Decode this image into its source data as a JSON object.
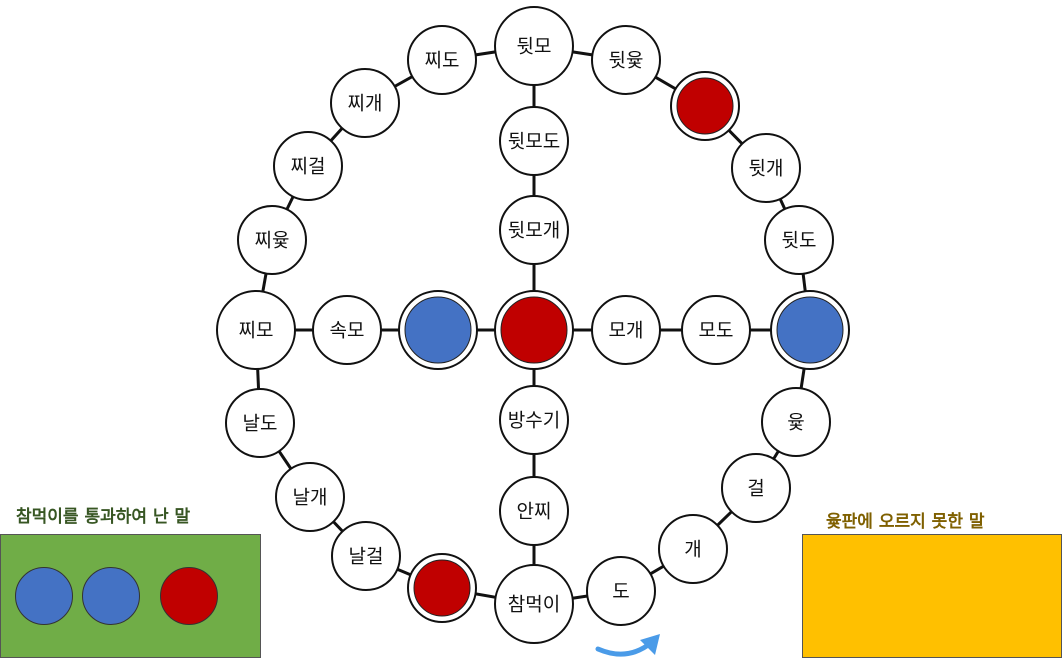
{
  "board": {
    "outer_nodes": [
      {
        "id": "dwit-mo",
        "label": "뒷모"
      },
      {
        "id": "dwit-yut",
        "label": "뒷윷"
      },
      {
        "id": "dwit-geol",
        "label": ""
      },
      {
        "id": "dwit-gae",
        "label": "뒷개"
      },
      {
        "id": "dwit-do",
        "label": "뒷도"
      },
      {
        "id": "mo",
        "label": ""
      },
      {
        "id": "yut",
        "label": "윷"
      },
      {
        "id": "geol",
        "label": "걸"
      },
      {
        "id": "gae",
        "label": "개"
      },
      {
        "id": "do",
        "label": "도"
      },
      {
        "id": "chammeogi",
        "label": "참먹이"
      },
      {
        "id": "nal-geol-token",
        "label": ""
      },
      {
        "id": "nal-geol",
        "label": "날걸"
      },
      {
        "id": "nal-gae",
        "label": "날개"
      },
      {
        "id": "nal-do",
        "label": "날도"
      },
      {
        "id": "jji-mo",
        "label": "찌모"
      },
      {
        "id": "jji-yut",
        "label": "찌윷"
      },
      {
        "id": "jji-geol",
        "label": "찌걸"
      },
      {
        "id": "jji-gae",
        "label": "찌개"
      },
      {
        "id": "jji-do",
        "label": "찌도"
      }
    ],
    "cross_nodes": [
      {
        "id": "dwit-mo-do",
        "label": "뒷모도"
      },
      {
        "id": "dwit-mo-gae",
        "label": "뒷모개"
      },
      {
        "id": "bangsugi",
        "label": "방수기"
      },
      {
        "id": "anjji",
        "label": "안찌"
      },
      {
        "id": "mo-gae",
        "label": "모개"
      },
      {
        "id": "mo-do",
        "label": "모도"
      },
      {
        "id": "sok-mo",
        "label": "속모"
      },
      {
        "id": "sok-mo-token",
        "label": ""
      },
      {
        "id": "center",
        "label": ""
      }
    ],
    "pieces": [
      {
        "at": "dwit-geol",
        "team": "red"
      },
      {
        "at": "mo",
        "team": "blue"
      },
      {
        "at": "center",
        "team": "red"
      },
      {
        "at": "sok-mo-token",
        "team": "blue"
      },
      {
        "at": "nal-geol-token",
        "team": "red"
      }
    ]
  },
  "finished_panel": {
    "title": "참먹이를 통과하여 난 말",
    "tokens": [
      "blue",
      "blue",
      "red"
    ]
  },
  "waiting_panel": {
    "title": "윷판에 오르지 못한 말",
    "tokens": []
  },
  "direction_arrow": "curved-arrow-icon",
  "colors": {
    "red": "#c00000",
    "blue": "#4472c4",
    "finished_bg": "#70ad47",
    "finished_title": "#375623",
    "waiting_bg": "#ffc000",
    "waiting_title": "#7f6000",
    "arrow": "#4a9be8"
  }
}
